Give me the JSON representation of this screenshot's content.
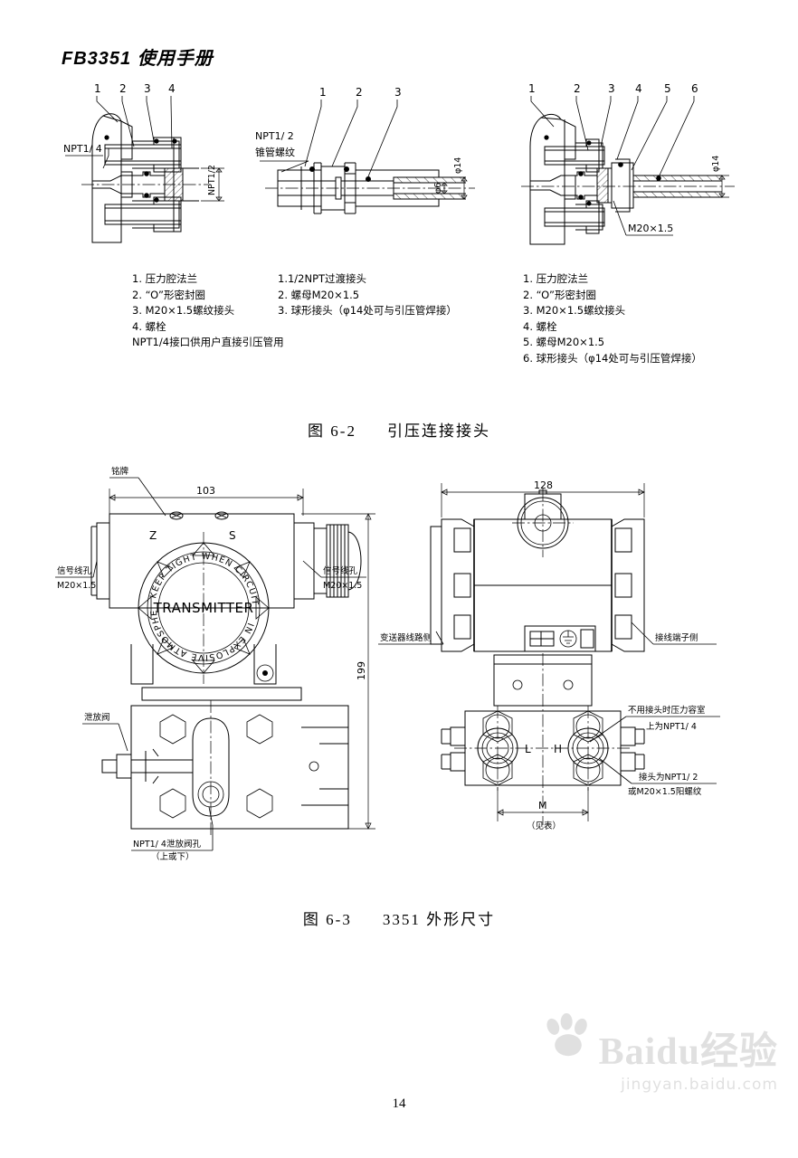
{
  "document": {
    "header_title": "FB3351 使用手册",
    "page_number": "14"
  },
  "figure_6_2": {
    "caption_number": "图 6-2",
    "caption_title": "引压连接接头",
    "diagram_left": {
      "leaders": [
        "1",
        "2",
        "3",
        "4"
      ],
      "labels": [
        "NPT1/ 4",
        "NPT1/2"
      ]
    },
    "diagram_middle": {
      "leaders": [
        "1",
        "2",
        "3"
      ],
      "labels": [
        "NPT1/ 2",
        "锥管螺纹",
        "φ14",
        "φ6"
      ]
    },
    "diagram_right": {
      "leaders": [
        "1",
        "2",
        "3",
        "4",
        "5",
        "6"
      ],
      "labels": [
        "M20×1.5",
        "φ14"
      ]
    },
    "legend_left": [
      "1. 压力腔法兰",
      "2. “O”形密封圈",
      "3. M20×1.5螺纹接头",
      "4. 螺栓",
      "NPT1/4接口供用户直接引压管用"
    ],
    "legend_middle": [
      "1.1/2NPT过渡接头",
      "2. 螺母M20×1.5",
      "3. 球形接头（φ14处可与引压管焊接）"
    ],
    "legend_right": [
      "1. 压力腔法兰",
      "2. “O”形密封圈",
      "3. M20×1.5螺纹接头",
      "4. 螺栓",
      "5. 螺母M20×1.5",
      "6. 球形接头（φ14处可与引压管焊接）"
    ]
  },
  "figure_6_3": {
    "caption_number": "图 6-3",
    "caption_title": "3351 外形尺寸",
    "front_view": {
      "dim_width": "103",
      "dim_height": "199",
      "nameplate_label": "铭牌",
      "zero_mark": "Z",
      "span_mark": "S",
      "cover_text": "TRANSMITTER",
      "cover_arc_top": "KEEP TIGHT WHEN CIRCUIT ALIVE",
      "cover_arc_bottom": "IN EXPLOSIVE ATMOSPHERE",
      "conduit_left_label": "信号线孔",
      "conduit_left_thread": "M20×1.5",
      "conduit_right_label": "信号线孔",
      "conduit_right_thread": "M20×1.5",
      "drain_valve_label": "泄放阀",
      "drain_hole_label": "NPT1/ 4泄放阀孔",
      "drain_hole_note": "（上或下）"
    },
    "side_view": {
      "dim_width": "128",
      "circuit_side_label": "变送器线路侧",
      "terminal_side_label": "接线端子侧",
      "port_low": "L",
      "port_high": "H",
      "dim_m": "M",
      "dim_m_note": "（见表）",
      "note_top_line1": "不用接头时压力容室",
      "note_top_line2": "上为NPT1/ 4",
      "note_bottom_line1": "接头为NPT1/ 2",
      "note_bottom_line2": "或M20×1.5阳螺纹"
    }
  },
  "watermark": {
    "brand": "Baidu",
    "brand_cn": "经验",
    "url": "jingyan.baidu.com"
  }
}
